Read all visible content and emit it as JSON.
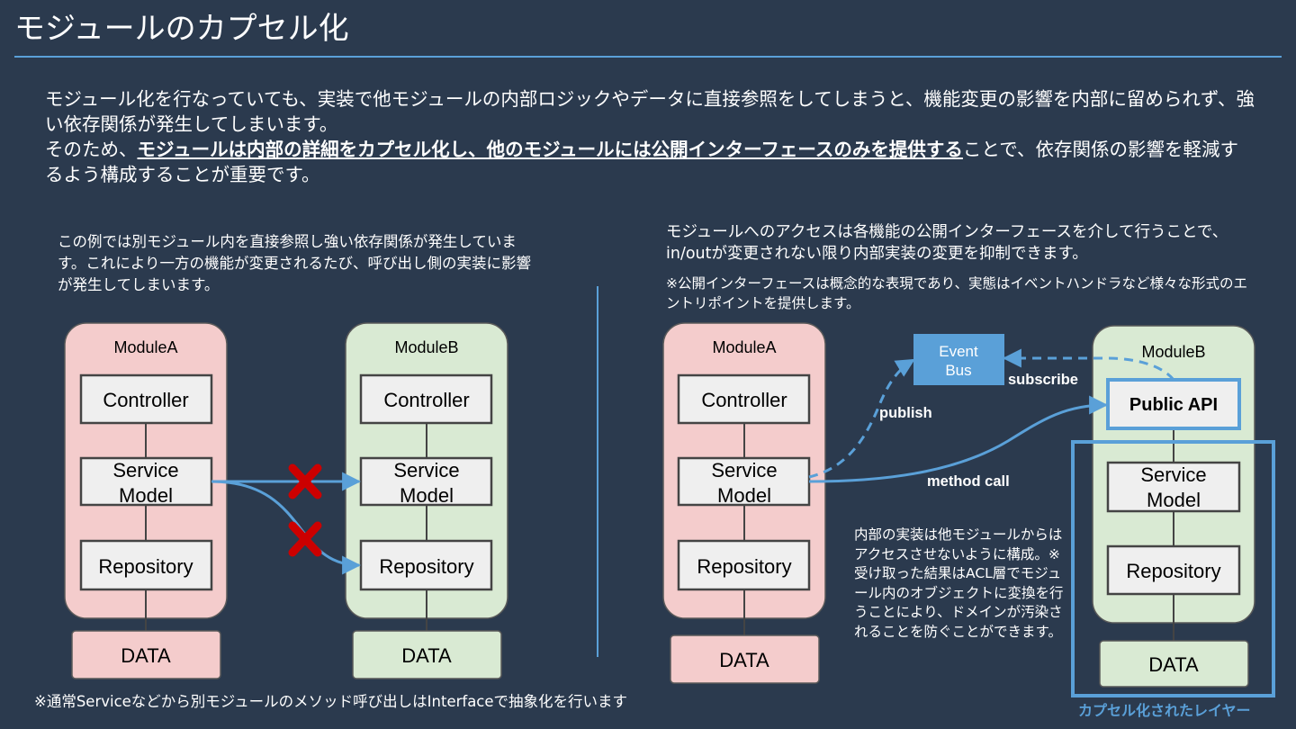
{
  "title": "モジュールのカプセル化",
  "intro": {
    "line1": "モジュール化を行なっていても、実装で他モジュールの内部ロジックやデータに直接参照をしてしまうと、機能変更の影響を内部に留められず、強い依存関係が発生してしまいます。",
    "line2_prefix": "そのため、",
    "line2_emphasis": "モジュールは内部の詳細をカプセル化し、他のモジュールには公開インターフェースのみを提供する",
    "line2_suffix": "ことで、依存関係の影響を軽減するよう構成することが重要です。"
  },
  "left": {
    "description": "この例では別モジュール内を直接参照し強い依存関係が発生しています。これにより一方の機能が変更されるたび、呼び出し側の実装に影響が発生してしまいます。",
    "moduleA": {
      "name": "ModuleA",
      "layers": [
        "Controller",
        [
          "Service",
          "Model"
        ],
        "Repository"
      ],
      "data": "DATA"
    },
    "moduleB": {
      "name": "ModuleB",
      "layers": [
        "Controller",
        [
          "Service",
          "Model"
        ],
        "Repository"
      ],
      "data": "DATA"
    },
    "footnote": "※通常Serviceなどから別モジュールのメソッド呼び出しはInterfaceで抽象化を行います"
  },
  "right": {
    "description": "モジュールへのアクセスは各機能の公開インターフェースを介して行うことで、in/outが変更されない限り内部実装の変更を抑制できます。",
    "note": "※公開インターフェースは概念的な表現であり、実態はイベントハンドラなど様々な形式のエントリポイントを提供します。",
    "moduleA": {
      "name": "ModuleA",
      "layers": [
        "Controller",
        [
          "Service",
          "Model"
        ],
        "Repository"
      ],
      "data": "DATA"
    },
    "moduleB": {
      "name": "ModuleB",
      "public_api": "Public API",
      "layers": [
        [
          "Service",
          "Model"
        ],
        "Repository"
      ],
      "data": "DATA"
    },
    "event_bus": [
      "Event",
      "Bus"
    ],
    "arrows": {
      "publish": "publish",
      "subscribe": "subscribe",
      "method_call": "method call"
    },
    "inner_note": "内部の実装は他モジュールからはアクセスさせないように構成。※受け取った結果はACL層でモジュール内のオブジェクトに変換を行うことにより、ドメインが汚染されることを防ぐことができます。",
    "layer_label": "カプセル化されたレイヤー"
  },
  "colors": {
    "background": "#2b3a4e",
    "accent": "#5aa0d8",
    "module_a": "#f4cccc",
    "module_b": "#d9ead3",
    "cross": "#cc0000",
    "box": "#efefef"
  }
}
